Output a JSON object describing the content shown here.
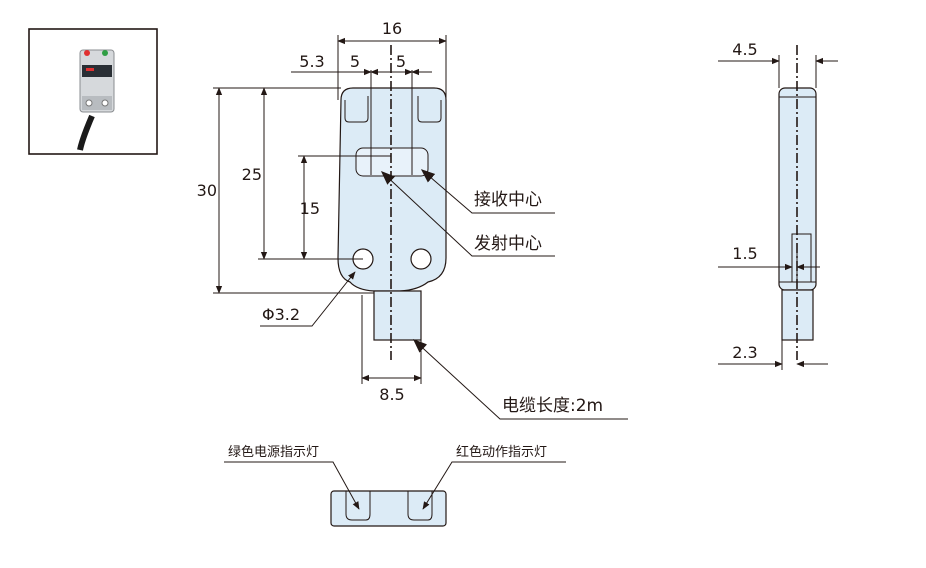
{
  "dimensions": {
    "width_16": "16",
    "offset_5_3": "5.3",
    "half_left_5": "5",
    "half_right_5": "5",
    "height_30": "30",
    "height_25": "25",
    "height_15": "15",
    "hole_dia": "Φ3.2",
    "cable_dia": "8.5",
    "side_depth": "4.5",
    "side_step": "1.5",
    "side_base": "2.3"
  },
  "callouts": {
    "receiver_center": "接收中心",
    "emitter_center": "发射中心",
    "cable_length": "电缆长度:2m"
  },
  "indicators": {
    "green_power": "绿色电源指示灯",
    "red_action": "红色动作指示灯"
  },
  "colors": {
    "body": "#dcebf6",
    "line": "#231815"
  }
}
